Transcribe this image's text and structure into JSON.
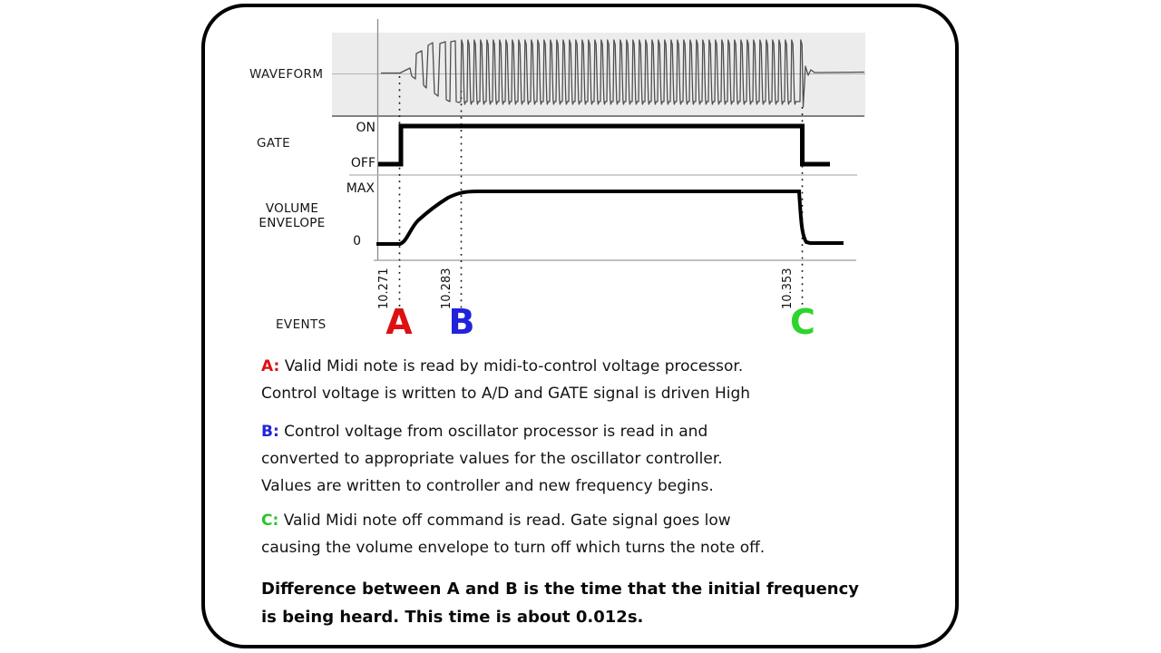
{
  "figure": {
    "rows": {
      "waveform": "WAVEFORM",
      "gate": "GATE",
      "volume_envelope_line1": "VOLUME",
      "volume_envelope_line2": "ENVELOPE",
      "events": "EVENTS"
    },
    "gate_levels": {
      "on": "ON",
      "off": "OFF"
    },
    "envelope_levels": {
      "max": "MAX",
      "zero": "0"
    }
  },
  "chart_data": {
    "type": "line",
    "x_unit": "seconds",
    "series": [
      {
        "name": "WAVEFORM",
        "description": "Oscillator output: flat until A, low-frequency irregular square wave from A to B, steady high-frequency wave from B to C, flat after C"
      },
      {
        "name": "GATE",
        "levels": [
          "OFF",
          "ON"
        ],
        "transitions": [
          {
            "t": 10.271,
            "to": "ON"
          },
          {
            "t": 10.353,
            "to": "OFF"
          }
        ]
      },
      {
        "name": "VOLUME ENVELOPE",
        "range": [
          "0",
          "MAX"
        ],
        "behavior": [
          {
            "t": 10.271,
            "action": "attack begins from 0"
          },
          {
            "t": 10.283,
            "action": "reaches MAX and sustains"
          },
          {
            "t": 10.353,
            "action": "releases to 0"
          }
        ]
      }
    ],
    "events": [
      {
        "id": "A",
        "time": 10.271,
        "time_label": "10.271",
        "color": "#dd1111"
      },
      {
        "id": "B",
        "time": 10.283,
        "time_label": "10.283",
        "color": "#2222dd"
      },
      {
        "id": "C",
        "time": 10.353,
        "time_label": "10.353",
        "color": "#2ed42e"
      }
    ]
  },
  "notes": [
    {
      "id": "A",
      "label": "A:",
      "color": "#dd1111",
      "lines": [
        "Valid Midi note is read by midi-to-control voltage processor.",
        "Control voltage is written to A/D and GATE signal is driven High"
      ]
    },
    {
      "id": "B",
      "label": "B:",
      "color": "#2222dd",
      "lines": [
        "Control voltage from oscillator processor is read in and",
        "converted to appropriate values for the oscillator controller.",
        "Values are written to controller and new frequency begins."
      ]
    },
    {
      "id": "C",
      "label": "C:",
      "color": "#2bc42b",
      "lines": [
        "Valid Midi note off command is read. Gate signal goes low",
        "causing the volume envelope to turn off which turns the note off."
      ]
    }
  ],
  "summary": {
    "lines": [
      "Difference between A and B is the time that the initial frequency",
      "is being heard. This time is about 0.012s."
    ]
  }
}
